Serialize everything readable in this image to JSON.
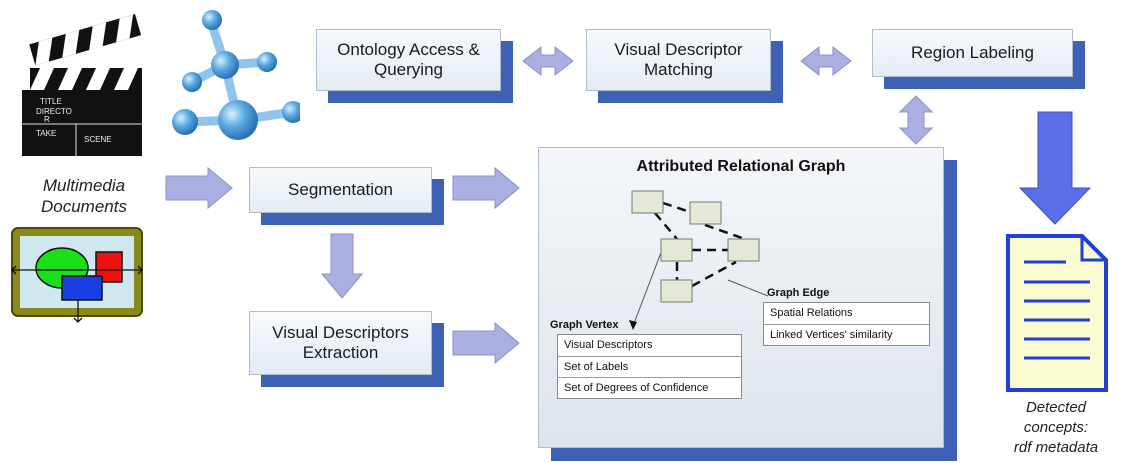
{
  "left": {
    "multimedia_label": "Multimedia\nDocuments",
    "clapper_lines": [
      "TITLE",
      "DIRECTO",
      "R",
      "TAKE",
      "SCENE"
    ]
  },
  "boxes": {
    "ontology": "Ontology Access &\nQuerying",
    "visual_matching": "Visual Descriptor\nMatching",
    "region_labeling": "Region Labeling",
    "segmentation": "Segmentation",
    "vd_extraction": "Visual Descriptors\nExtraction"
  },
  "arg": {
    "title": "Attributed Relational Graph",
    "graph_edge": {
      "title": "Graph Edge",
      "rows": [
        "Spatial Relations",
        "Linked Vertices' similarity"
      ]
    },
    "graph_vertex": {
      "title": "Graph Vertex",
      "rows": [
        "Visual Descriptors",
        "Set of Labels",
        "Set of Degrees of Confidence"
      ]
    }
  },
  "output_label": "Detected\nconcepts:\nrdf metadata",
  "colors": {
    "box_shadow": "#3d62b5",
    "arrow_fill": "#a9afe0",
    "big_arrow": "#5a6ee8",
    "node": "#e4e8d6",
    "document_fill": "#fafbcf",
    "document_lines": "#1f3fd6",
    "molecule": "#5ba9e0",
    "image_frame": "#8a8a1a",
    "ellipse_green": "#19e019",
    "rect_red": "#ee1111",
    "rect_blue": "#1a3ee0"
  }
}
